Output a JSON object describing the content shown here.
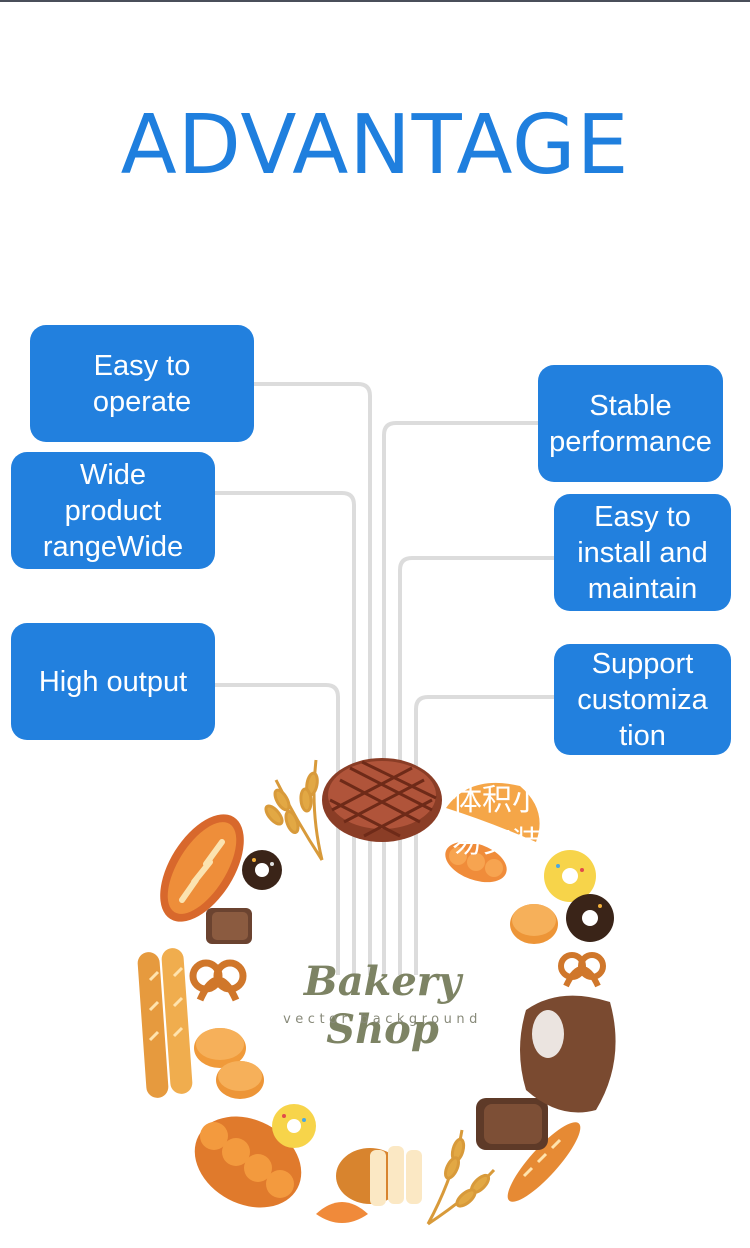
{
  "title": "ADVANTAGE",
  "features_left": [
    {
      "lines": [
        "Easy to",
        "operate"
      ]
    },
    {
      "lines": [
        "Wide",
        "product",
        "rangeWide"
      ]
    },
    {
      "lines": [
        "High output"
      ]
    }
  ],
  "features_right": [
    {
      "lines": [
        "Stable",
        "performance"
      ]
    },
    {
      "lines": [
        "Easy to",
        "install and",
        "maintain"
      ]
    },
    {
      "lines": [
        "Support",
        "customiza",
        "tion"
      ]
    }
  ],
  "illustration": {
    "brand": "Bakery Shop",
    "subtitle": "vector background",
    "overlay_text": [
      "体积小",
      "易安装"
    ]
  },
  "colors": {
    "accent": "#1f7fde",
    "box": "#2280de",
    "connector": "#dcdcdc"
  }
}
